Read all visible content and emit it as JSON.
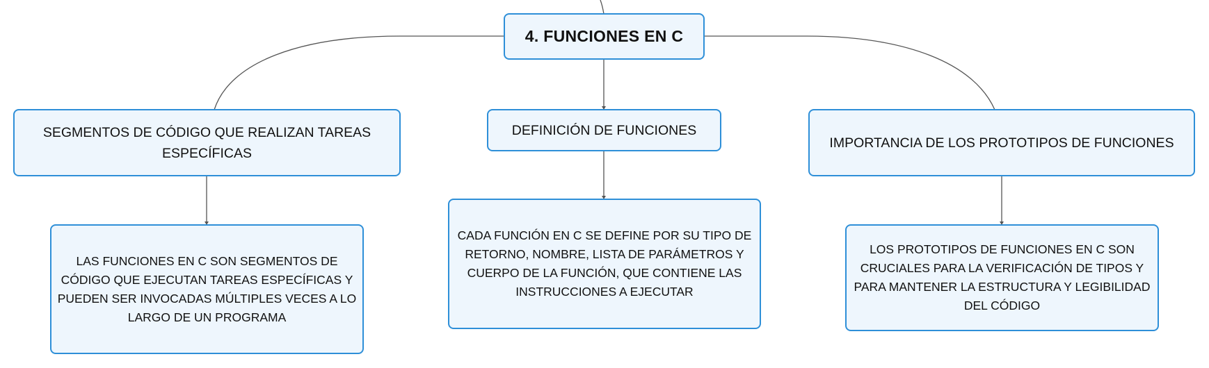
{
  "root": {
    "label": "4. FUNCIONES EN C"
  },
  "branches": [
    {
      "label": "SEGMENTOS DE CÓDIGO QUE REALIZAN TAREAS ESPECÍFICAS",
      "child": "LAS FUNCIONES EN C SON SEGMENTOS DE CÓDIGO QUE EJECUTAN TAREAS ESPECÍFICAS Y PUEDEN SER INVOCADAS MÚLTIPLES VECES A LO LARGO DE UN PROGRAMA"
    },
    {
      "label": "DEFINICIÓN DE FUNCIONES",
      "child": "CADA FUNCIÓN EN C SE DEFINE POR SU TIPO DE RETORNO, NOMBRE, LISTA DE PARÁMETROS Y CUERPO DE LA FUNCIÓN, QUE CONTIENE LAS INSTRUCCIONES A EJECUTAR"
    },
    {
      "label": "IMPORTANCIA DE LOS PROTOTIPOS DE FUNCIONES",
      "child": "LOS PROTOTIPOS DE FUNCIONES EN C SON CRUCIALES PARA LA VERIFICACIÓN DE TIPOS Y PARA MANTENER LA ESTRUCTURA Y LEGIBILIDAD DEL CÓDIGO"
    }
  ],
  "colors": {
    "node_border": "#2e8fd8",
    "node_fill": "#eef6fd",
    "connector": "#555555"
  }
}
